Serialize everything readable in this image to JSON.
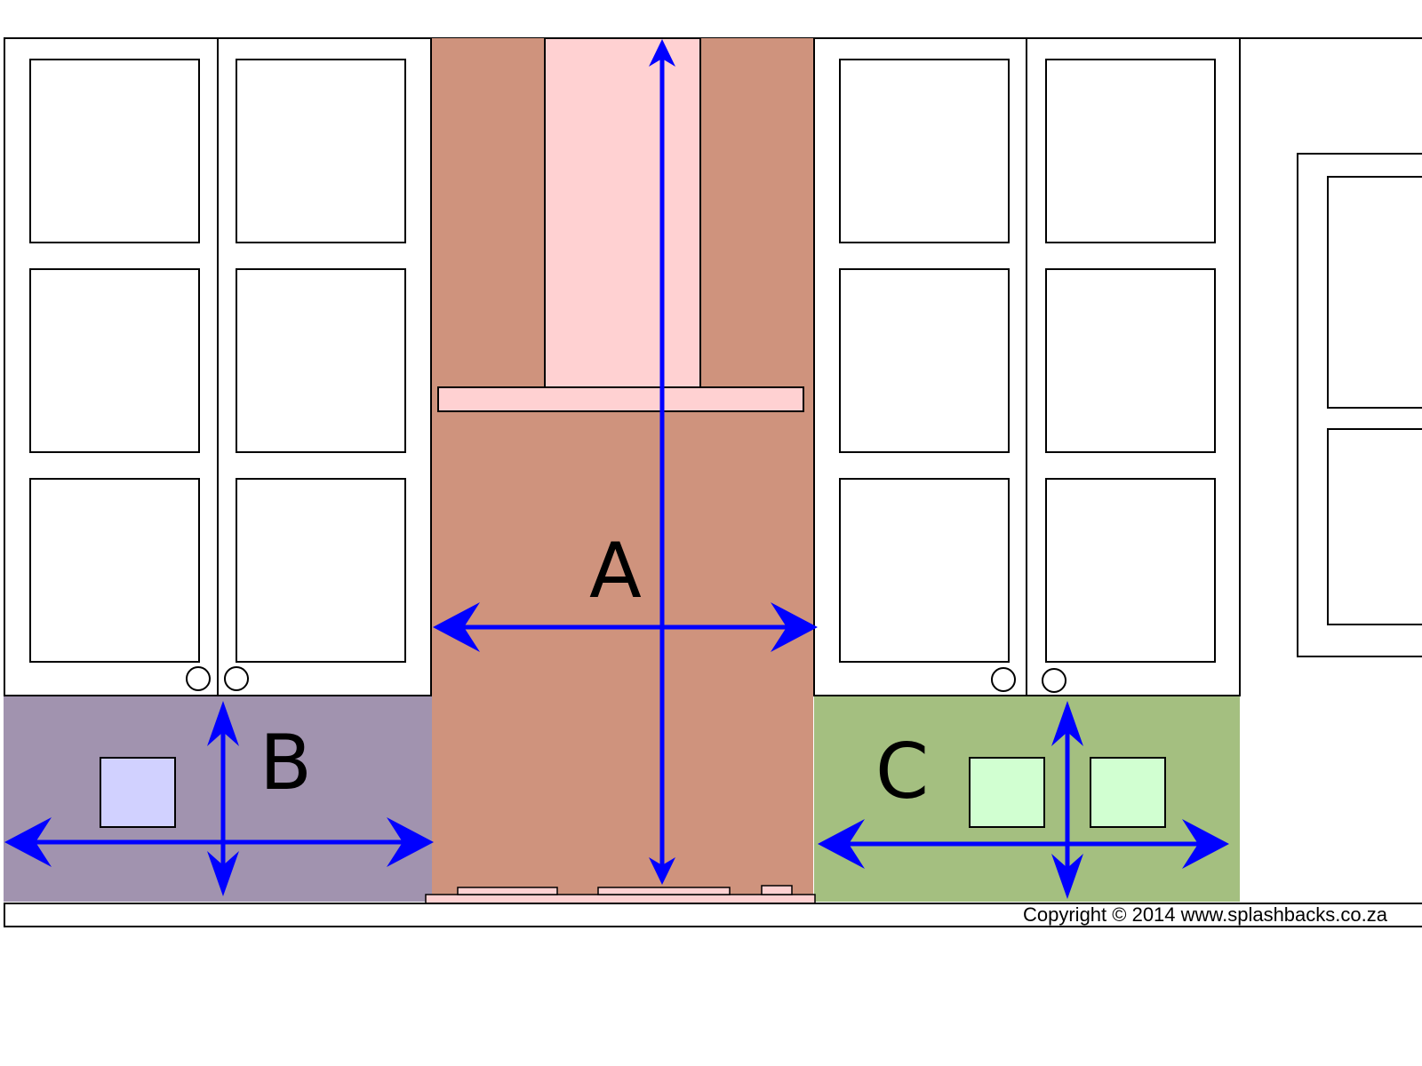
{
  "labels": {
    "a": "A",
    "b": "B",
    "c": "C"
  },
  "copyright": "Copyright © 2014 www.splashbacks.co.za",
  "colors": {
    "zone_a": "#CF937D",
    "zone_b": "#A193AF",
    "zone_c": "#A4BF80",
    "extractor": "#FFD1D2",
    "socket_b": "#D1D1FF",
    "socket_c": "#D1FFD1",
    "arrow": "#0000FF",
    "line": "#000000"
  }
}
